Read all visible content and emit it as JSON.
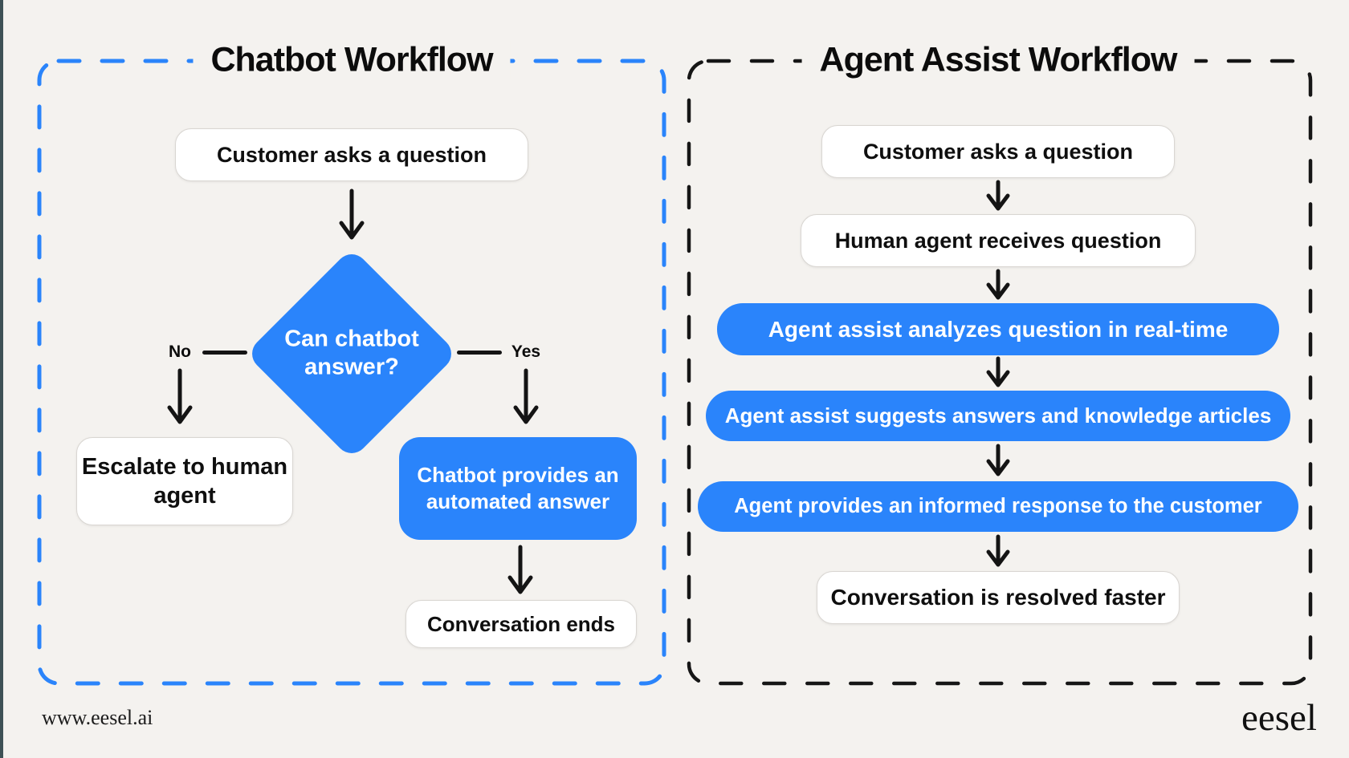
{
  "colors": {
    "accent_blue": "#2a84fb",
    "background": "#f4f2ef",
    "line_black": "#141414",
    "edge_strip": "#3e5156"
  },
  "left_panel": {
    "title": "Chatbot Workflow",
    "border": "blue-dashed",
    "nodes": {
      "start": "Customer asks a question",
      "decision": "Can chatbot answer?",
      "no_label": "No",
      "yes_label": "Yes",
      "no_result": "Escalate to human agent",
      "yes_result": "Chatbot provides an automated answer",
      "end": "Conversation ends"
    }
  },
  "right_panel": {
    "title": "Agent Assist Workflow",
    "border": "black-dashed",
    "steps": [
      {
        "label": "Customer asks a question",
        "variant": "white"
      },
      {
        "label": "Human agent receives question",
        "variant": "white"
      },
      {
        "label": "Agent assist analyzes question in real-time",
        "variant": "blue"
      },
      {
        "label": "Agent assist suggests answers and knowledge articles",
        "variant": "blue"
      },
      {
        "label": "Agent provides an informed response to the customer",
        "variant": "blue"
      },
      {
        "label": "Conversation is resolved faster",
        "variant": "white"
      }
    ]
  },
  "footer": {
    "site_url": "www.eesel.ai",
    "brand": "eesel"
  }
}
